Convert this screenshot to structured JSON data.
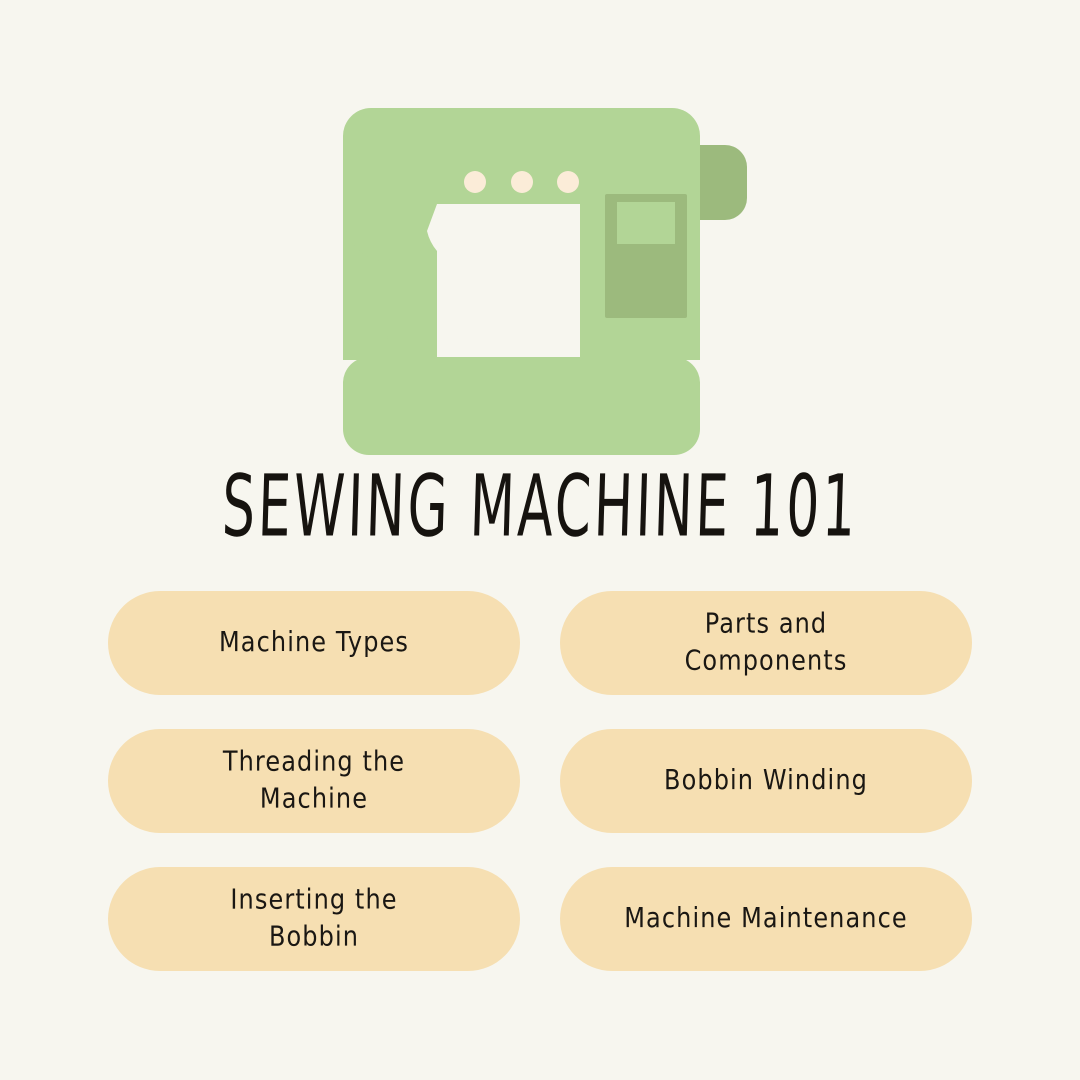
{
  "page": {
    "background_color": "#f7f6ef",
    "title": "SEWING MACHINE 101"
  },
  "illustration": {
    "name": "sewing-machine-illustration",
    "colors": {
      "body_green": "#b2d596",
      "accent_green": "#9cba7d",
      "dot_cream": "#fbecd8",
      "cutout": "#f7f6ef"
    },
    "parts": {
      "upper_arm": "upper-arm",
      "needle_head": "needle-head",
      "needle": "needle",
      "base": "machine-base",
      "control_panel": "control-panel",
      "panel_screen": "panel-screen",
      "handwheel": "handwheel",
      "indicator_dots": 3
    }
  },
  "menu": {
    "items": [
      {
        "id": "machine-types",
        "label": "Machine Types"
      },
      {
        "id": "parts-and-components",
        "label": "Parts and\nComponents"
      },
      {
        "id": "threading-the-machine",
        "label": "Threading the\nMachine"
      },
      {
        "id": "bobbin-winding",
        "label": "Bobbin Winding"
      },
      {
        "id": "inserting-the-bobbin",
        "label": "Inserting the\nBobbin"
      },
      {
        "id": "machine-maintenance",
        "label": "Machine Maintenance"
      }
    ],
    "pill_color": "#f6dfb2",
    "text_color": "#1a1713"
  }
}
